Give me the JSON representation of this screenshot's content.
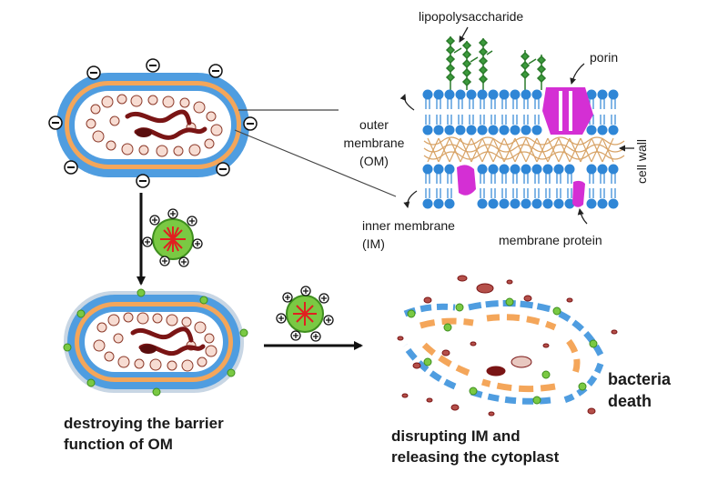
{
  "labels": {
    "lipopolysaccharide": "lipopolysaccharide",
    "porin": "porin",
    "outer_membrane": "outer\nmembrane\n(OM)",
    "cell_wall": "cell wall",
    "inner_membrane": "inner membrane\n(IM)",
    "membrane_protein": "membrane protein",
    "destroying": "destroying the barrier\nfunction of OM",
    "disrupting": "disrupting IM and\nreleasing the cytoplast",
    "bacteria_death": "bacteria\ndeath"
  },
  "colors": {
    "outer_envelope": "#4f9de0",
    "orange_layer": "#f4a65a",
    "lipid_head": "#2f86d6",
    "lps_green": "#3c9a3c",
    "porin_magenta": "#d42fd4",
    "cell_wall_tan": "#d8a366",
    "dna_red": "#7a1515",
    "vesicle_green": "#7ac943",
    "vesicle_red": "#e02020"
  },
  "icons": [
    "negative-charge-icon",
    "positive-charge-icon",
    "arrow-icon"
  ]
}
